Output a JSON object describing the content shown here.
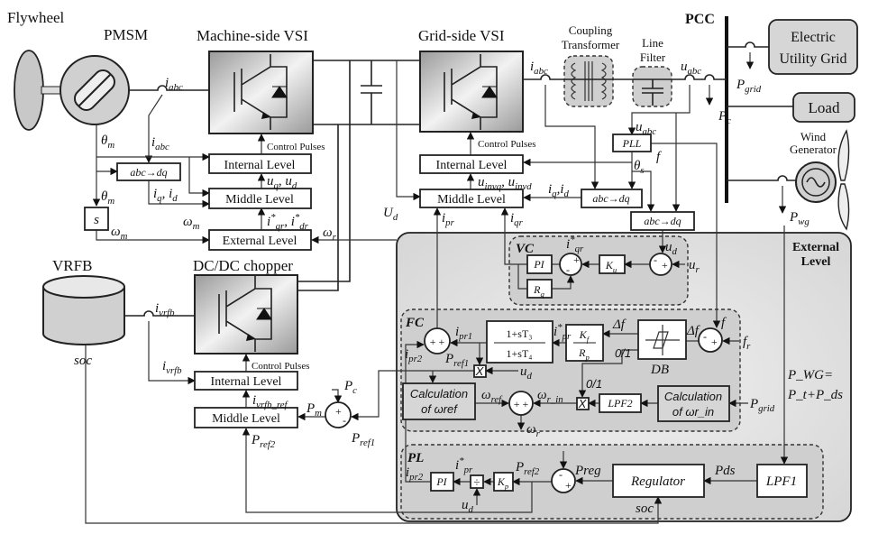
{
  "titles": {
    "flywheel": "Flywheel",
    "pmsm": "PMSM",
    "machine_vsi": "Machine-side VSI",
    "grid_vsi": "Grid-side VSI",
    "coupling": [
      "Coupling",
      "Transformer"
    ],
    "line_filter": [
      "Line",
      "Filter"
    ],
    "pcc": "PCC",
    "grid": [
      "Electric",
      "Utility Grid"
    ],
    "load": "Load",
    "wind": [
      "Wind",
      "Generator"
    ],
    "vrfb": "VRFB",
    "chopper": "DC/DC chopper",
    "external_panel": [
      "External",
      "Level"
    ]
  },
  "blocks": {
    "internal": "Internal Level",
    "middle": "Middle Level",
    "external": "External Level",
    "control_pulses": "Control Pulses",
    "abc_dq": "abc→dq",
    "s": "s",
    "pll": "PLL",
    "pi": "PI",
    "x": "X",
    "div": "÷",
    "zero_one": "0/1",
    "db": "DB",
    "lpf1": "LPF1",
    "lpf2": "LPF2",
    "regulator": "Regulator",
    "calc_wref": [
      "Calculation",
      "of ωref"
    ],
    "calc_wrin": [
      "Calculation",
      "of ωr_in"
    ],
    "lead_num": "1+sT₃",
    "lead_den": "1+sT₄",
    "kf": "K",
    "rp": "R",
    "vc": "VC",
    "fc": "FC",
    "pl": "PL",
    "pwg_eq": [
      "P_WG=",
      "P_t+P_ds"
    ],
    "pds": "Pds",
    "preg": "Preg",
    "soc": "soc",
    "signs": {
      "plus_plus": "+ +",
      "plus": "+",
      "minus": "-"
    }
  },
  "sym": {
    "i_abc": [
      "i",
      "abc"
    ],
    "u_abc": [
      "u",
      "abc"
    ],
    "theta_m": [
      "θ",
      "m"
    ],
    "theta_s": [
      "θ",
      "s"
    ],
    "omega_m": [
      "ω",
      "m"
    ],
    "omega_r": [
      "ω",
      "r"
    ],
    "omega_ref": [
      "ω",
      "ref"
    ],
    "omega_r_in": [
      "ω",
      "r_in"
    ],
    "iq_id": [
      "i",
      "q",
      null,
      ", i",
      "d"
    ],
    "uq_ud": [
      "u",
      "q",
      null,
      ", u",
      "d"
    ],
    "iqr_idr": [
      "i",
      "qr",
      "*",
      ", i",
      "dr",
      "*"
    ],
    "uinv": [
      "u",
      "invq",
      null,
      ", u",
      "invd"
    ],
    "iqid_g": [
      "i",
      "q",
      null,
      ",i",
      "d"
    ],
    "U_d": [
      "U",
      "d"
    ],
    "u_d": [
      "u",
      "d"
    ],
    "u_r": [
      "u",
      "r"
    ],
    "f": [
      "f"
    ],
    "f_r": [
      "f",
      "r"
    ],
    "delta_f": [
      "Δf"
    ],
    "i_pr": [
      "i",
      "pr"
    ],
    "i_qr": [
      "i",
      "qr"
    ],
    "i_pr1": [
      "i",
      "pr1"
    ],
    "i_pr2": [
      "i",
      "pr2"
    ],
    "i_star_pr": [
      "i",
      "pr",
      "*"
    ],
    "i_star_qr": [
      "i",
      "qr",
      "*"
    ],
    "P_ref1": [
      "P",
      "ref1"
    ],
    "P_ref2": [
      "P",
      "ref2"
    ],
    "P_grid": [
      "P",
      "grid"
    ],
    "P_c": [
      "P",
      "c"
    ],
    "P_wg": [
      "P",
      "wg"
    ],
    "P_m": [
      "P",
      "m"
    ],
    "i_vrfb": [
      "i",
      "vrfb"
    ],
    "i_vrfb_ref": [
      "i",
      "vrfb_ref"
    ],
    "K_u": [
      "K",
      "u"
    ],
    "R_q": [
      "R",
      "q"
    ],
    "K_p": [
      "K",
      "p"
    ],
    "K_f": [
      "K",
      "f"
    ],
    "R_p": [
      "R",
      "p"
    ]
  },
  "colors": {
    "panel": "#e4e4e4",
    "block_fill": "#d0d0d0",
    "line": "#222222"
  }
}
